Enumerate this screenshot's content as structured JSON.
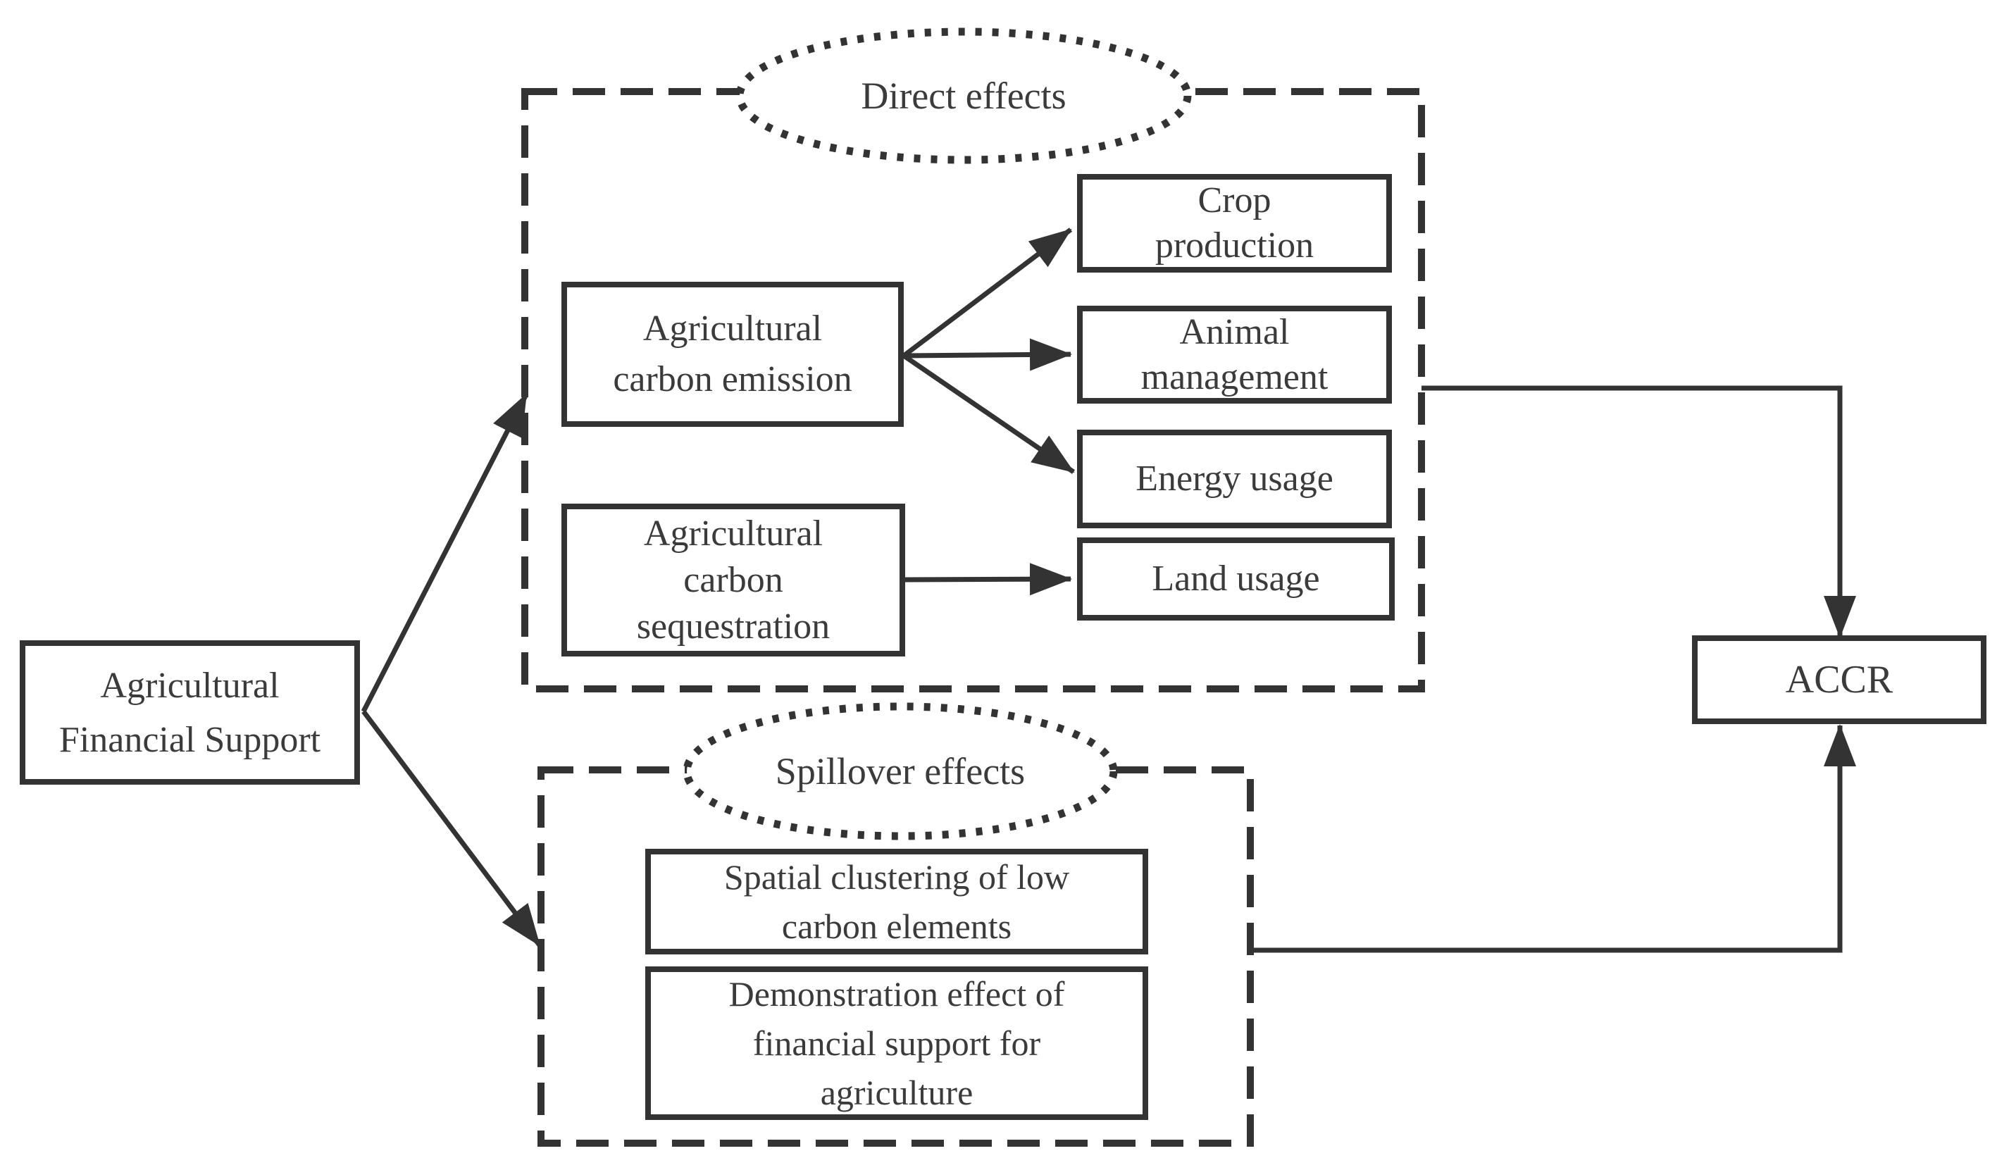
{
  "diagram": {
    "title_hint": "Framework of agricultural financial support effects on ACCR",
    "background_color": "#ffffff",
    "ink_color": "#333333",
    "text_color": "#3b3b3b",
    "groups": {
      "direct_effects": {
        "label": "Direct effects"
      },
      "spillover_effects": {
        "label": "Spillover effects"
      }
    },
    "nodes": {
      "agricultural_financial_support": {
        "lines": [
          "Agricultural",
          "Financial Support"
        ]
      },
      "agricultural_carbon_emission": {
        "lines": [
          "Agricultural",
          "carbon emission"
        ]
      },
      "agricultural_carbon_sequestration": {
        "lines": [
          "Agricultural",
          "carbon",
          "sequestration"
        ]
      },
      "crop_production": {
        "lines": [
          "Crop",
          "production"
        ]
      },
      "animal_management": {
        "lines": [
          "Animal",
          "management"
        ]
      },
      "energy_usage": {
        "label": "Energy usage"
      },
      "land_usage": {
        "label": "Land usage"
      },
      "spatial_clustering": {
        "lines": [
          "Spatial clustering of low",
          "carbon elements"
        ]
      },
      "demonstration_effect": {
        "lines": [
          "Demonstration effect of",
          "financial support for",
          "agriculture"
        ]
      },
      "accr": {
        "label": "ACCR"
      }
    },
    "edges": [
      {
        "from": "agricultural_financial_support",
        "to": "direct_effects_group"
      },
      {
        "from": "agricultural_financial_support",
        "to": "spillover_effects_group"
      },
      {
        "from": "agricultural_carbon_emission",
        "to": "crop_production"
      },
      {
        "from": "agricultural_carbon_emission",
        "to": "animal_management"
      },
      {
        "from": "agricultural_carbon_emission",
        "to": "energy_usage"
      },
      {
        "from": "agricultural_carbon_sequestration",
        "to": "land_usage"
      },
      {
        "from": "direct_effects_group",
        "to": "accr"
      },
      {
        "from": "spillover_effects_group",
        "to": "accr"
      }
    ]
  }
}
